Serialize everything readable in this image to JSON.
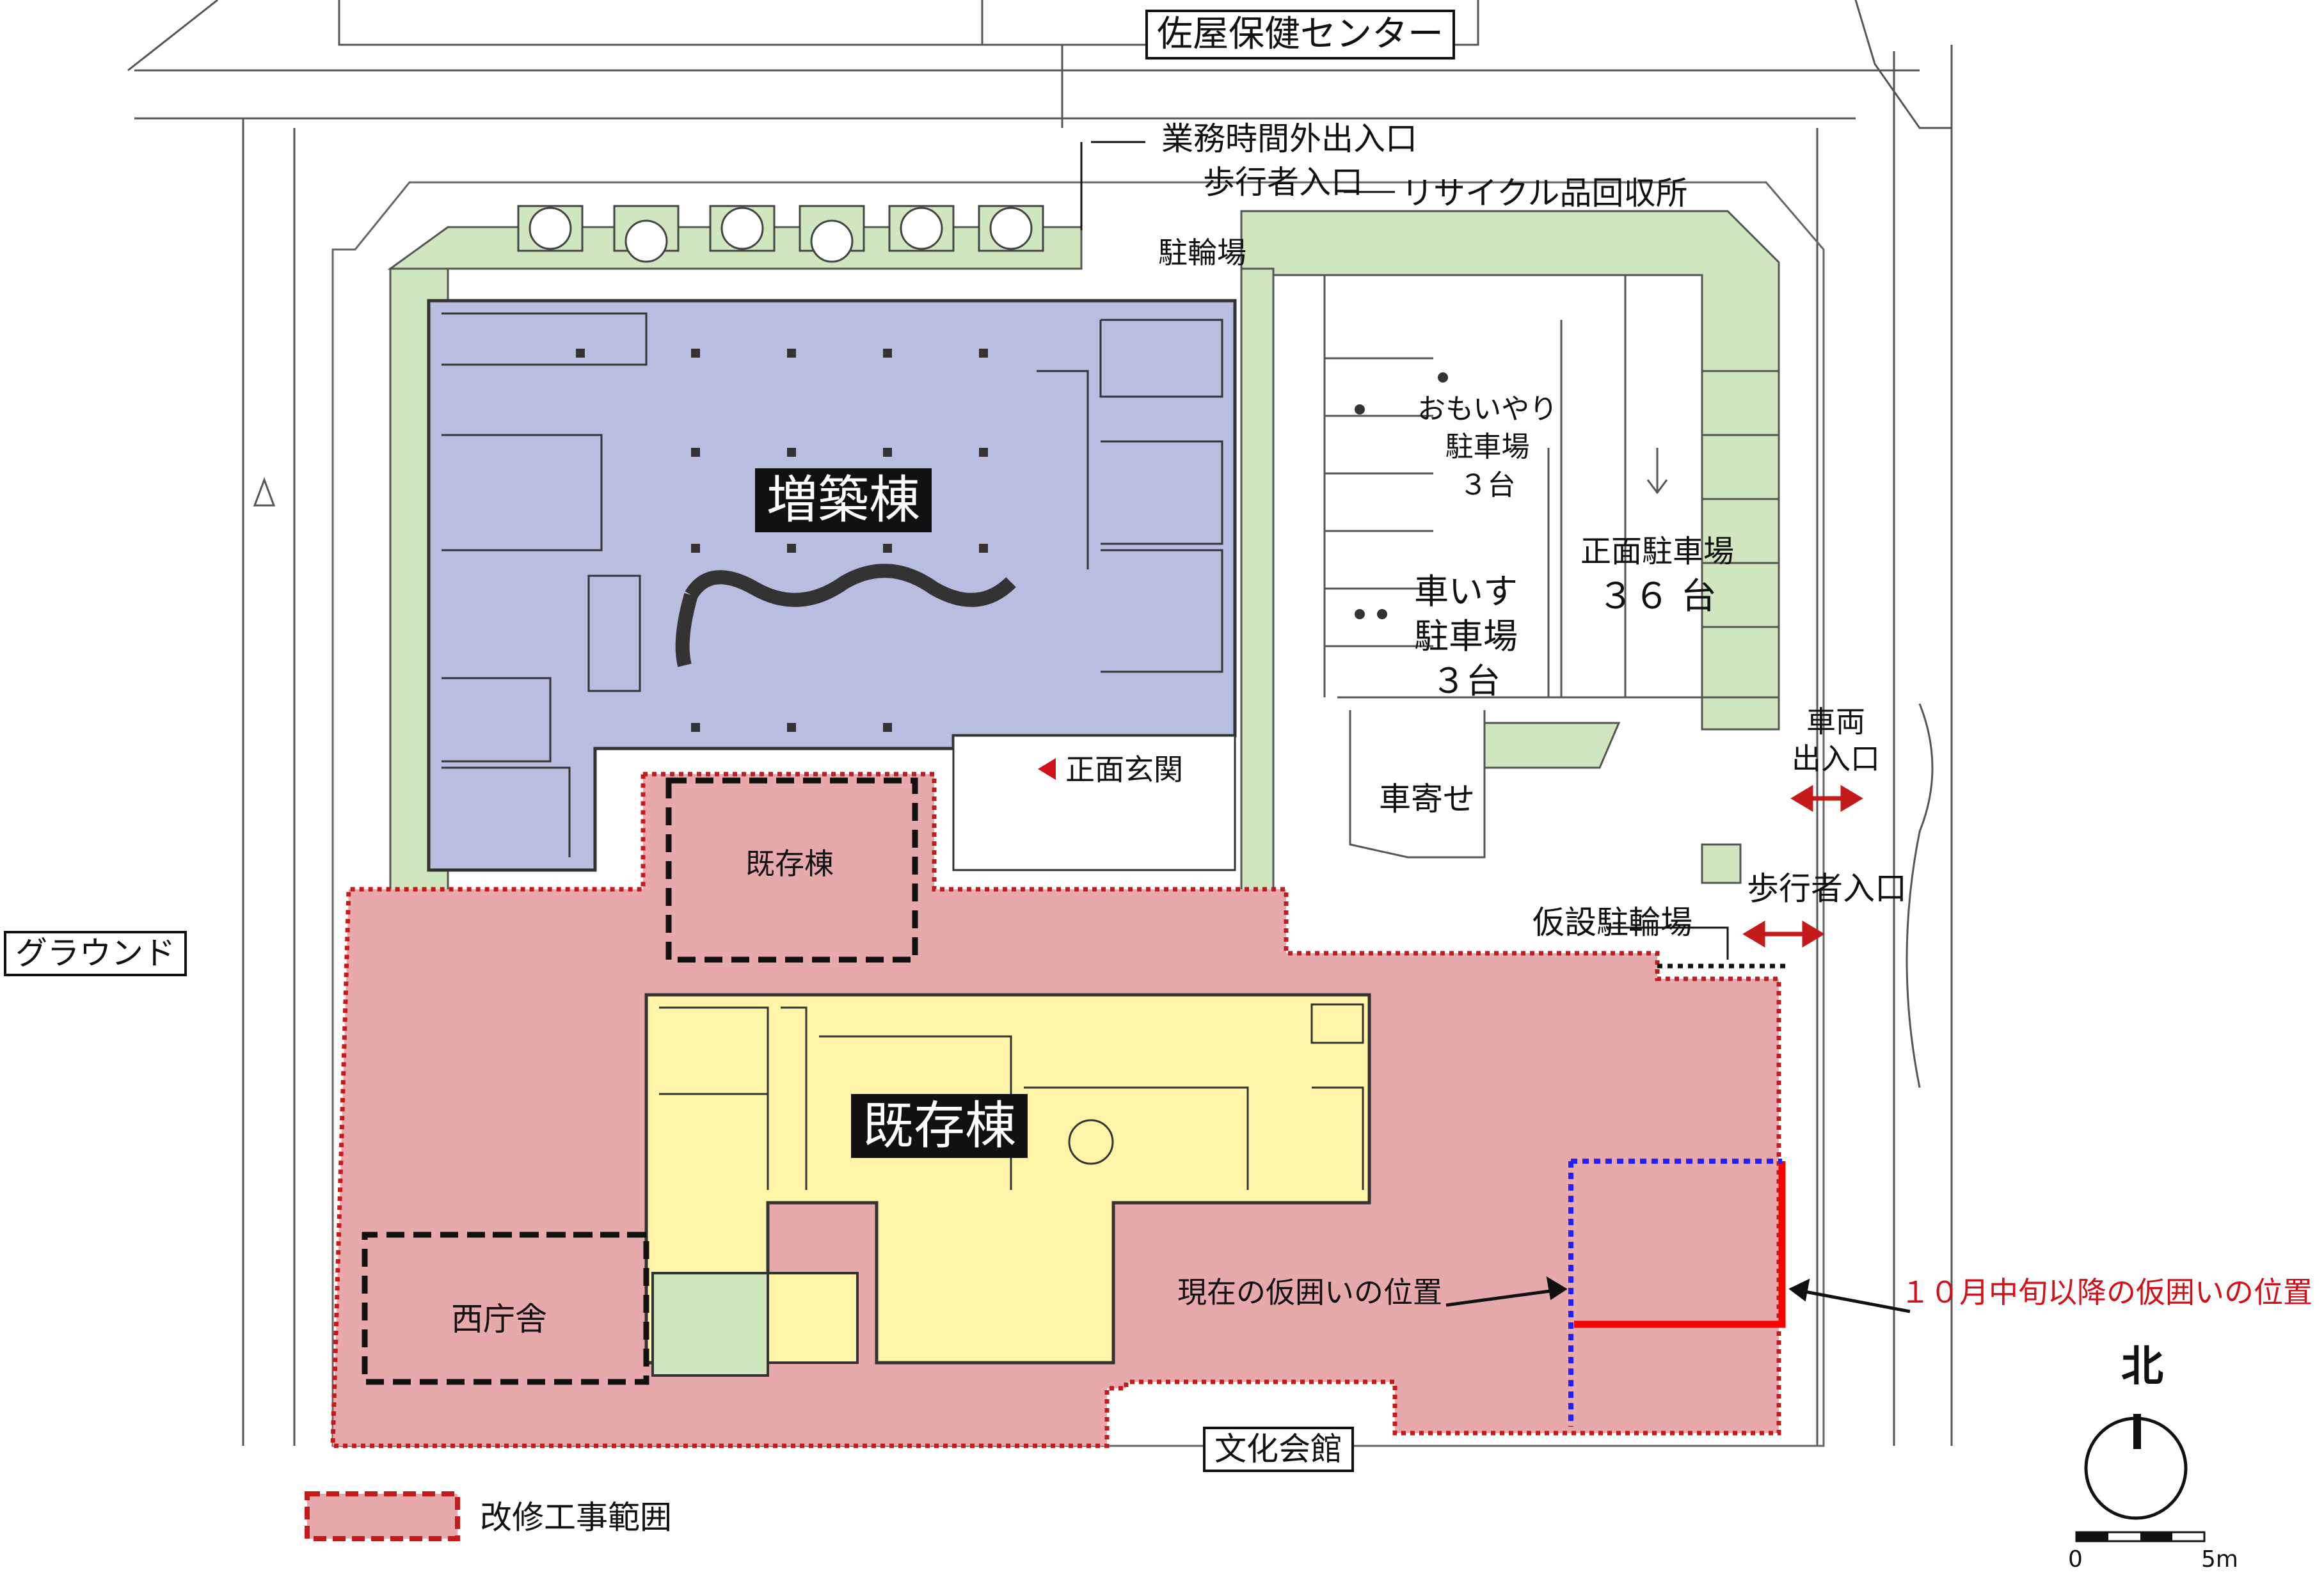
{
  "labels": {
    "health_center": "佐屋保健センター",
    "after_hours_entrance": "業務時間外出入口",
    "pedestrian_entrance_north": "歩行者入口",
    "recycling": "リサイクル品回収所",
    "bicycle_parking": "駐輪場",
    "extension_building": "増築棟",
    "omoiyari_parking": [
      "おもいやり",
      "駐車場",
      "３台"
    ],
    "wheelchair_parking": [
      "車いす",
      "駐車場",
      "３台"
    ],
    "front_parking": [
      "正面駐車場",
      "３６ 台"
    ],
    "vehicle_entrance": [
      "車両",
      "出入口"
    ],
    "main_entrance": "正面玄関",
    "existing_building_small": "既存棟",
    "car_porch": "車寄せ",
    "pedestrian_entrance_east": "歩行者入口",
    "temporary_bicycle_parking": "仮設駐輪場",
    "ground": "グラウンド",
    "existing_building_main": "既存棟",
    "current_fence": "現在の仮囲いの位置",
    "future_fence": "１０月中旬以降の仮囲いの位置",
    "west_office": "西庁舎",
    "cultural_hall": "文化会館",
    "legend_renovation": "改修工事範囲",
    "north": "北",
    "scale_start": "0",
    "scale_end": "5m"
  },
  "colors": {
    "extension": "#b9bde0",
    "existing": "#fff5a8",
    "renovation": "#e8a9ad",
    "green": "#cfe6bf",
    "red_line": "#ff0000",
    "blue_line": "#1f1fff",
    "dotted_red": "#c41a1a"
  },
  "icons": [
    "wheelchair-icon",
    "heart-icon",
    "north-arrow-icon",
    "arrow-icon"
  ]
}
